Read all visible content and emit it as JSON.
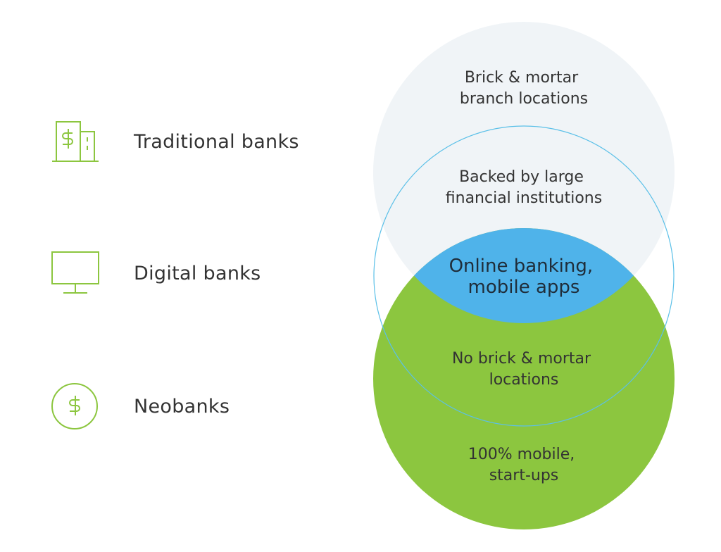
{
  "legend": {
    "items": [
      {
        "icon": "bank-building-icon",
        "label": "Traditional banks"
      },
      {
        "icon": "monitor-icon",
        "label": "Digital banks"
      },
      {
        "icon": "dollar-coin-icon",
        "label": "Neobanks"
      }
    ]
  },
  "venn": {
    "traditional_top": [
      "Brick & mortar",
      "branch locations"
    ],
    "traditional_digital": [
      "Backed by large",
      "financial institutions"
    ],
    "center": [
      "Online banking,",
      "mobile apps"
    ],
    "digital_neo": [
      "No brick & mortar",
      "locations"
    ],
    "neo_bottom": [
      "100% mobile,",
      "start-ups"
    ]
  },
  "colors": {
    "icon_green": "#8cc63f",
    "traditional_fill": "#f0f4f7",
    "digital_stroke": "#5bc0e8",
    "center_fill": "#4fb3ea",
    "neo_fill": "#8cc63f",
    "text_dark": "#333333"
  }
}
